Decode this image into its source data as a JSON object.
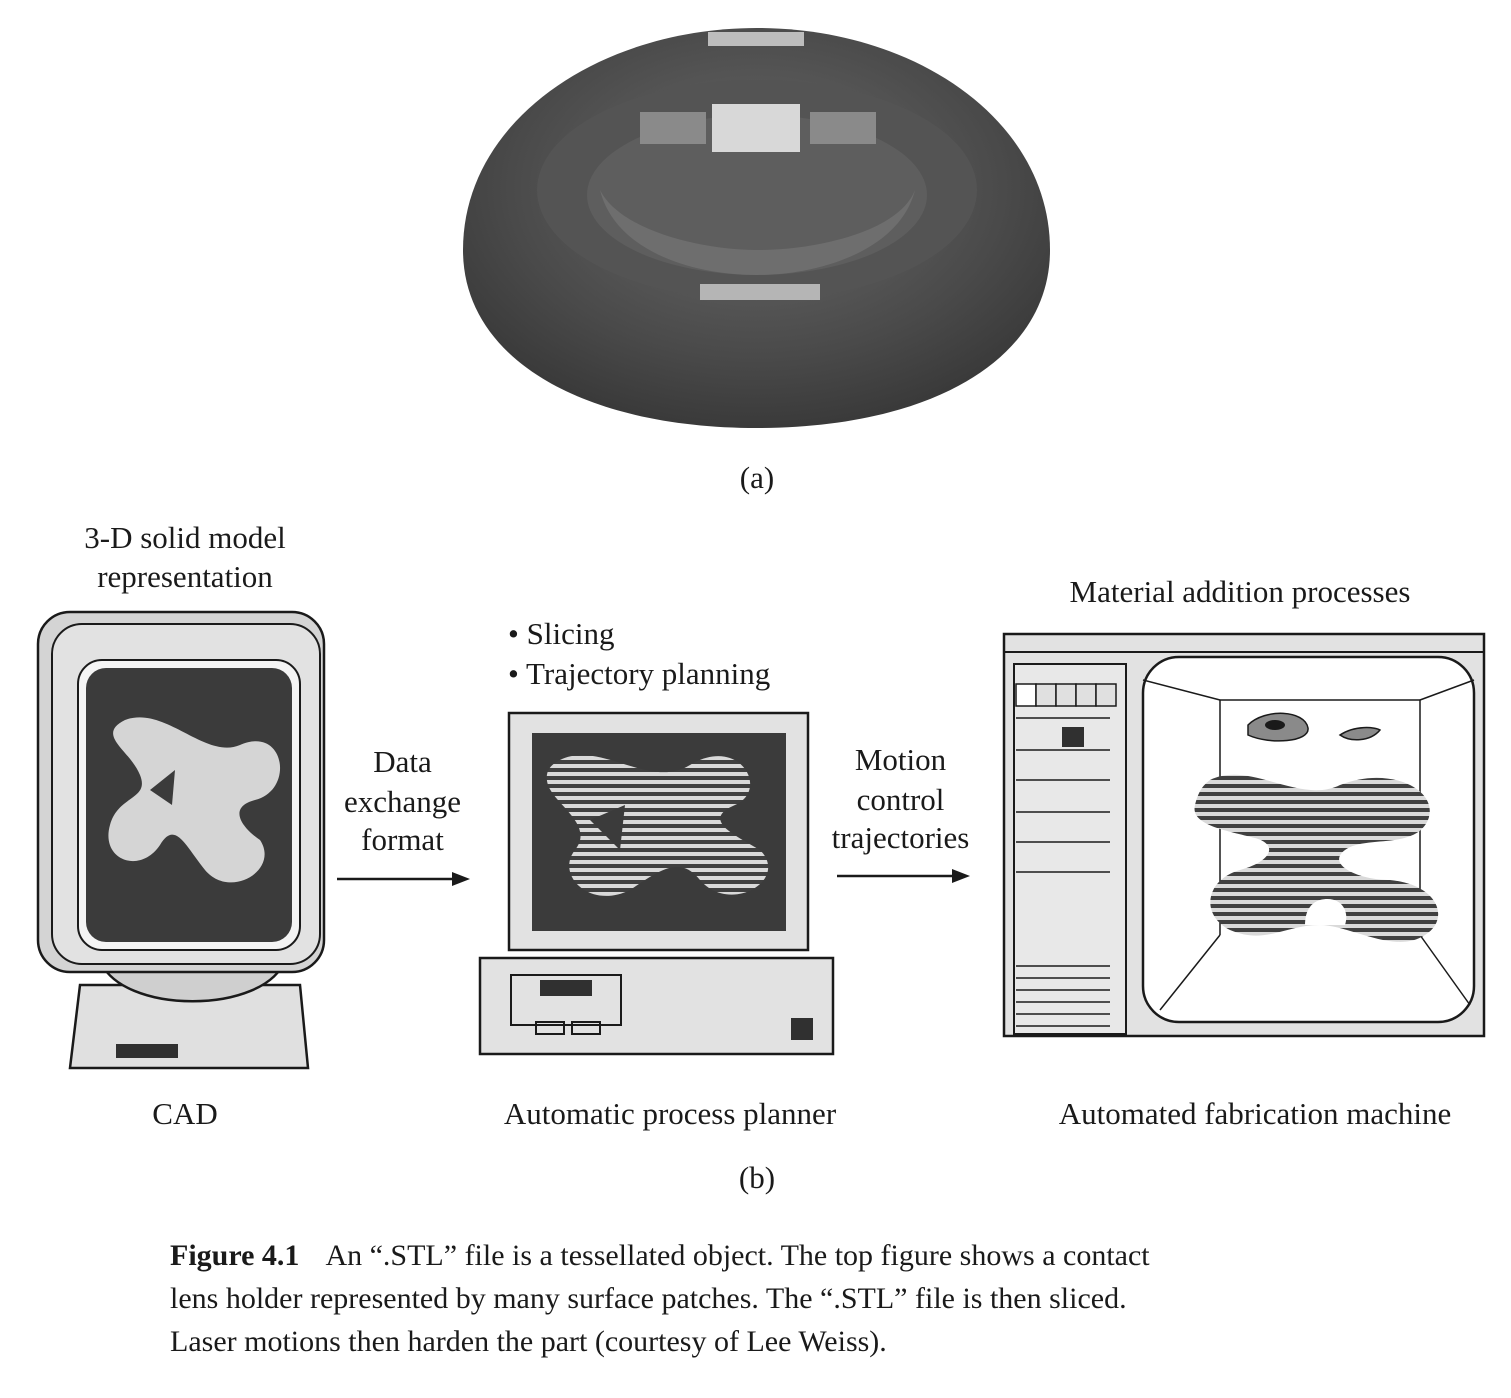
{
  "panel_a": {
    "label": "(a)"
  },
  "panel_b": {
    "label": "(b)",
    "cad": {
      "title_line1": "3-D solid model",
      "title_line2": "representation",
      "label": "CAD"
    },
    "arrow1": {
      "line1": "Data",
      "line2": "exchange",
      "line3": "format"
    },
    "planner": {
      "bullets": [
        "Slicing",
        "Trajectory planning"
      ],
      "label": "Automatic process planner"
    },
    "arrow2": {
      "line1": "Motion",
      "line2": "control",
      "line3": "trajectories"
    },
    "fabrication": {
      "title": "Material addition processes",
      "label": "Automated fabrication machine"
    }
  },
  "caption": {
    "figure_number": "Figure 4.1",
    "line1": "An “.STL” file is a tessellated object. The top figure shows a contact",
    "line2": "lens holder represented by many surface patches. The “.STL” file is then sliced.",
    "line3": "Laser motions then harden the part (courtesy of Lee Weiss)."
  }
}
